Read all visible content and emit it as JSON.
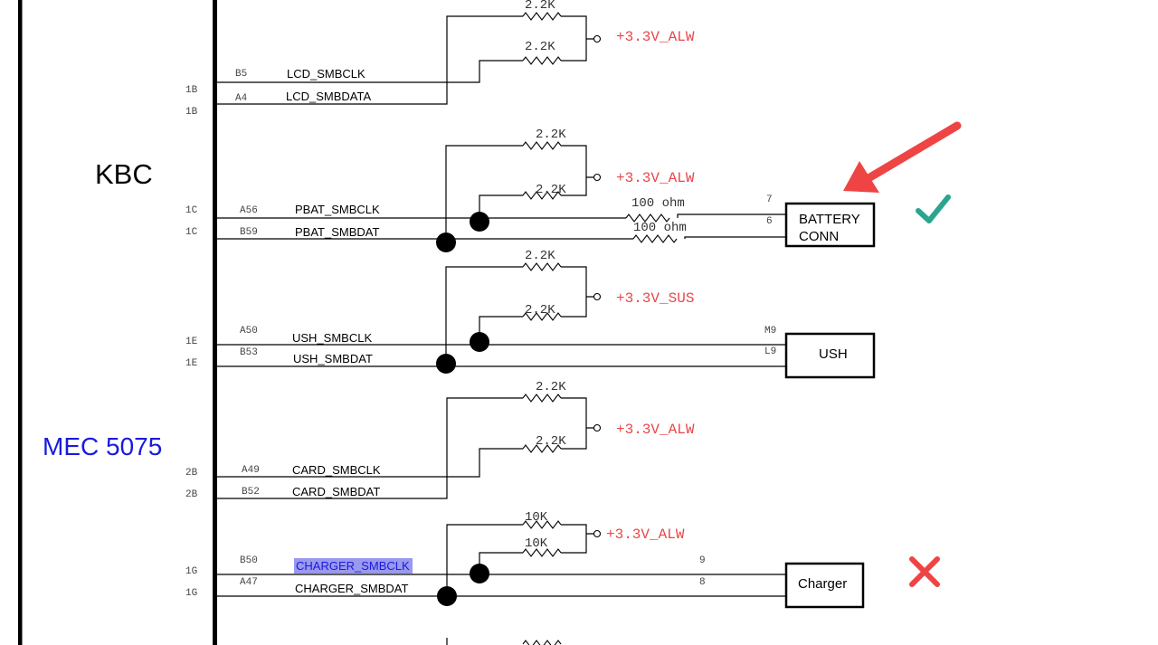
{
  "colors": {
    "rail": "#e8474a",
    "mec": "#1a1adf",
    "arrow": "#ef4444",
    "check": "#2aa58f",
    "cross": "#ef4444",
    "highlight": "#9999ee"
  },
  "labels": {
    "kbc": "KBC",
    "mec": "MEC 5075"
  },
  "groups": {
    "lcd": {
      "bank_clk": "1B",
      "bank_dat": "1B",
      "pin_clk": "B5",
      "pin_dat": "A4",
      "sig_clk": "LCD_SMBCLK",
      "sig_dat": "LCD_SMBDATA",
      "r_top": "2.2K",
      "r_bot": "2.2K",
      "rail": "+3.3V_ALW"
    },
    "pbat": {
      "bank_clk": "1C",
      "bank_dat": "1C",
      "pin_clk": "A56",
      "pin_dat": "B59",
      "sig_clk": "PBAT_SMBCLK",
      "sig_dat": "PBAT_SMBDAT",
      "r_top": "2.2K",
      "r_bot": "2.2K",
      "rail": "+3.3V_ALW",
      "series_r1": "100 ohm",
      "series_r2": "100 ohm",
      "dest_pin_clk": "7",
      "dest_pin_dat": "6",
      "dest_line1": "BATTERY",
      "dest_line2": "CONN"
    },
    "ush": {
      "bank_clk": "1E",
      "bank_dat": "1E",
      "pin_clk": "A50",
      "pin_dat": "B53",
      "sig_clk": "USH_SMBCLK",
      "sig_dat": "USH_SMBDAT",
      "r_top": "2.2K",
      "r_bot": "2.2K",
      "rail": "+3.3V_SUS",
      "dest_pin_clk": "M9",
      "dest_pin_dat": "L9",
      "dest": "USH"
    },
    "card": {
      "bank_clk": "2B",
      "bank_dat": "2B",
      "pin_clk": "A49",
      "pin_dat": "B52",
      "sig_clk": "CARD_SMBCLK",
      "sig_dat": "CARD_SMBDAT",
      "r_top": "2.2K",
      "r_bot": "2.2K",
      "rail": "+3.3V_ALW"
    },
    "charger": {
      "bank_clk": "1G",
      "bank_dat": "1G",
      "pin_clk": "B50",
      "pin_dat": "A47",
      "sig_clk": "CHARGER_SMBCLK",
      "sig_dat": "CHARGER_SMBDAT",
      "r_top": "10K",
      "r_bot": "10K",
      "rail": "+3.3V_ALW",
      "dest_pin_clk": "9",
      "dest_pin_dat": "8",
      "dest": "Charger"
    }
  },
  "annotations": {
    "battery_status": "check-mark",
    "charger_status": "cross-mark"
  }
}
